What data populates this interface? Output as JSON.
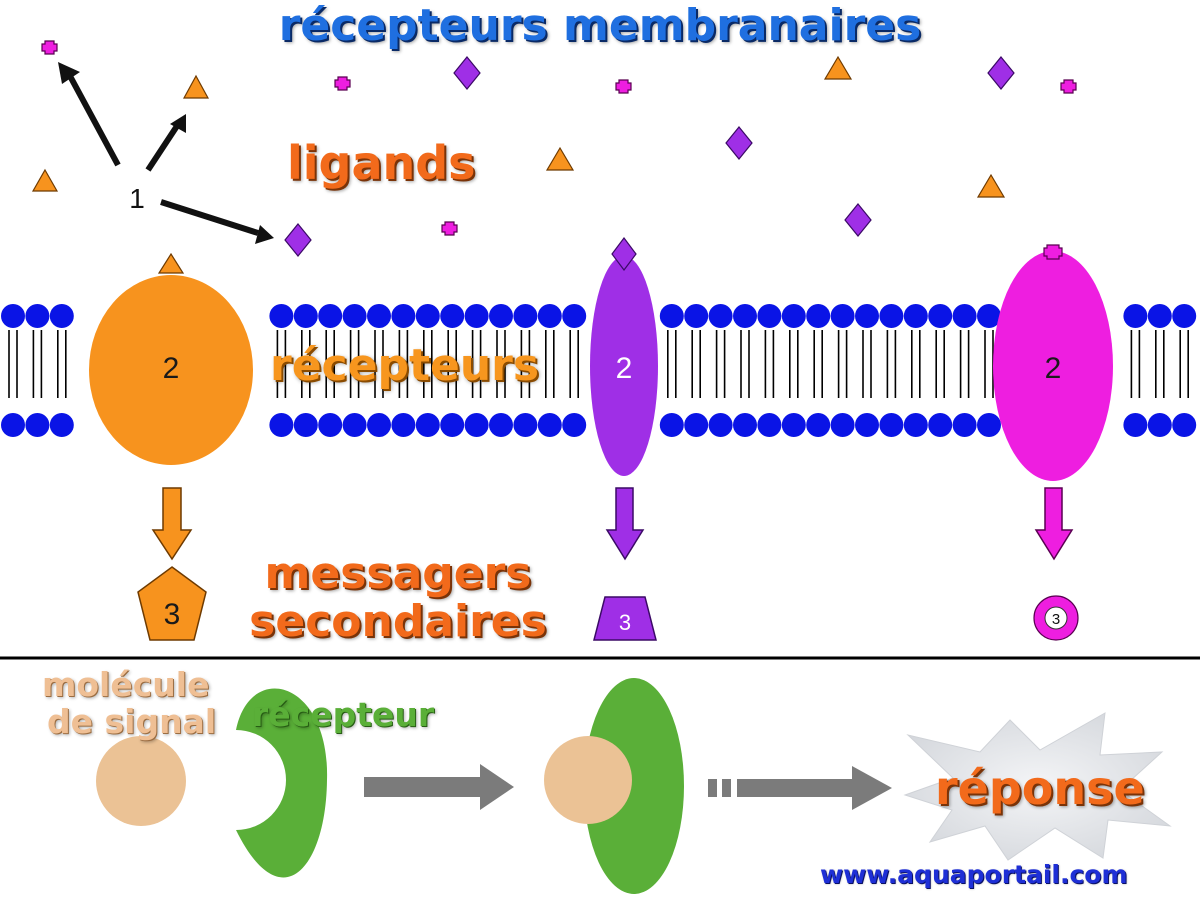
{
  "title": "récepteurs membranaires",
  "labels": {
    "ligands": "ligands",
    "recepteurs": "récepteurs",
    "messagers_line1": "messagers",
    "messagers_line2": "secondaires",
    "molecule_line1": "molécule",
    "molecule_line2": "de signal",
    "recepteur": "récepteur",
    "reponse": "réponse",
    "url": "www.aquaportail.com"
  },
  "markers": {
    "one": "1",
    "two": "2",
    "three": "3"
  },
  "colors": {
    "title_blue": "#1f6fe0",
    "membrane_head": "#0a14e6",
    "receptor_orange": "#f7931e",
    "receptor_purple": "#9f2fe6",
    "receptor_magenta": "#ee1ee0",
    "signal_molecule": "#ebc295",
    "receptor_green": "#5aaf38",
    "arrow_gray": "#7b7b7b",
    "label_orange": "#f26a1b"
  }
}
